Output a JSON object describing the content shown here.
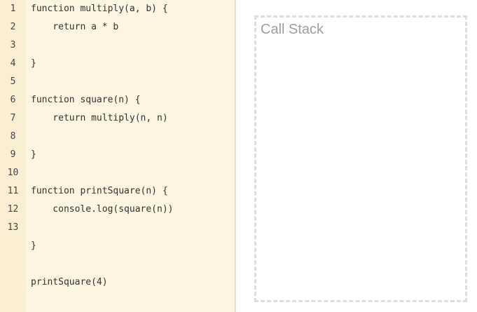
{
  "editor": {
    "line_numbers": [
      "1",
      "2",
      "3",
      "4",
      "5",
      "6",
      "7",
      "8",
      "9",
      "10",
      "11",
      "12",
      "13"
    ],
    "code_lines": [
      "function multiply(a, b) {",
      "    return a * b",
      "",
      "}",
      "",
      "function square(n) {",
      "    return multiply(n, n)",
      "",
      "}",
      "",
      "function printSquare(n) {",
      "    console.log(square(n))",
      "",
      "}",
      "",
      "printSquare(4)"
    ]
  },
  "call_stack": {
    "title": "Call Stack"
  }
}
